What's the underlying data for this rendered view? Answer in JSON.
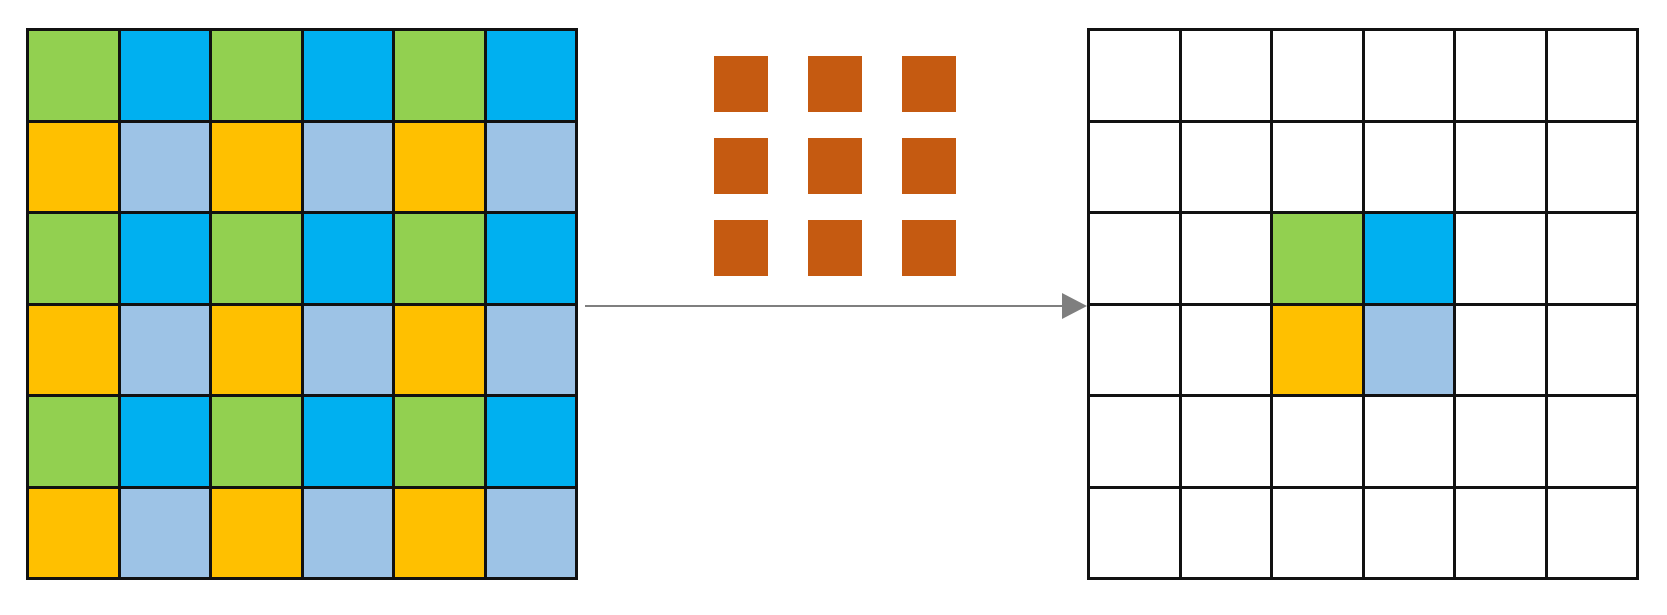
{
  "colors": {
    "green": "#92d050",
    "blue": "#00b0f0",
    "yellow": "#ffc000",
    "light-blue": "#9dc3e6",
    "white": "#ffffff",
    "kernel": "#c55a11",
    "arrow": "#7f7f7f"
  },
  "input_grid": [
    [
      "green",
      "blue",
      "green",
      "blue",
      "green",
      "blue"
    ],
    [
      "yellow",
      "light-blue",
      "yellow",
      "light-blue",
      "yellow",
      "light-blue"
    ],
    [
      "green",
      "blue",
      "green",
      "blue",
      "green",
      "blue"
    ],
    [
      "yellow",
      "light-blue",
      "yellow",
      "light-blue",
      "yellow",
      "light-blue"
    ],
    [
      "green",
      "blue",
      "green",
      "blue",
      "green",
      "blue"
    ],
    [
      "yellow",
      "light-blue",
      "yellow",
      "light-blue",
      "yellow",
      "light-blue"
    ]
  ],
  "kernel": {
    "rows": 3,
    "cols": 3,
    "color": "kernel"
  },
  "output_grid": [
    [
      "white",
      "white",
      "white",
      "white",
      "white",
      "white"
    ],
    [
      "white",
      "white",
      "white",
      "white",
      "white",
      "white"
    ],
    [
      "white",
      "white",
      "green",
      "blue",
      "white",
      "white"
    ],
    [
      "white",
      "white",
      "yellow",
      "light-blue",
      "white",
      "white"
    ],
    [
      "white",
      "white",
      "white",
      "white",
      "white",
      "white"
    ],
    [
      "white",
      "white",
      "white",
      "white",
      "white",
      "white"
    ]
  ]
}
